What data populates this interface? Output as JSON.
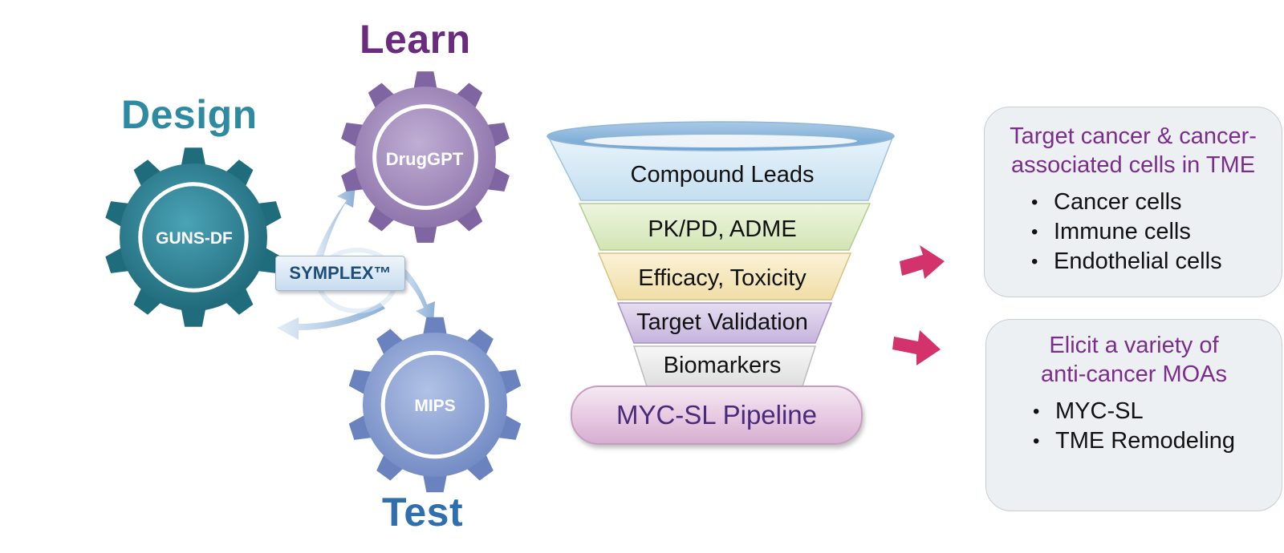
{
  "cycle": {
    "design_label": "Design",
    "learn_label": "Learn",
    "test_label": "Test",
    "gears": {
      "design": {
        "name": "GUNS-DF",
        "color": "#2b8196"
      },
      "learn": {
        "name": "DrugGPT",
        "color": "#a88fc0"
      },
      "test": {
        "name": "MIPS",
        "color": "#8fa6d8"
      }
    },
    "center_label": "SYMPLEX™"
  },
  "funnel": {
    "stages": [
      "Compound Leads",
      "PK/PD, ADME",
      "Efficacy, Toxicity",
      "Target Validation",
      "Biomarkers"
    ],
    "output": "MYC-SL Pipeline"
  },
  "arrow_color": "#d3336a",
  "targets_box": {
    "title_line1": "Target cancer & cancer-",
    "title_line2": "associated cells in TME",
    "items": [
      "Cancer cells",
      "Immune cells",
      "Endothelial cells"
    ]
  },
  "moa_box": {
    "title_line1": "Elicit a variety of",
    "title_line2": "anti-cancer MOAs",
    "items": [
      "MYC-SL",
      "TME Remodeling"
    ]
  }
}
